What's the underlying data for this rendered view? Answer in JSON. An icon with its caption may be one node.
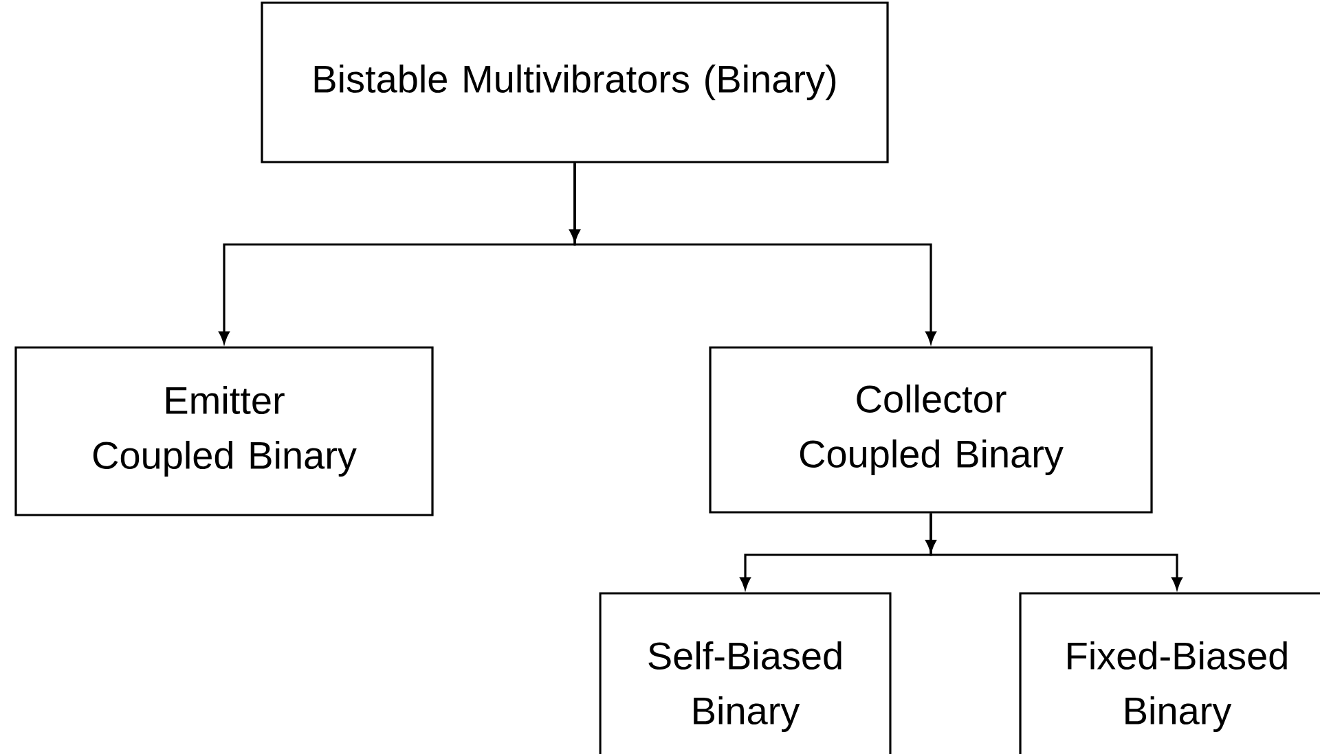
{
  "diagram": {
    "nodes": [
      {
        "text": [
          "Bistable Multivibrators (Binary)"
        ]
      },
      {
        "text": [
          "Emitter Coupled Binary"
        ]
      },
      {
        "text": [
          "Collector Coupled Binary"
        ]
      },
      {
        "text": [
          "Self-Biased Binary"
        ]
      },
      {
        "text": [
          "Fixed-Biased Binary"
        ]
      }
    ],
    "edges": [
      {
        "from": 0,
        "to": 1,
        "arrow": "to"
      },
      {
        "from": 0,
        "to": 2,
        "arrow": "to"
      },
      {
        "from": 2,
        "to": 3,
        "arrow": "to"
      },
      {
        "from": 2,
        "to": 4,
        "arrow": "to"
      }
    ]
  }
}
